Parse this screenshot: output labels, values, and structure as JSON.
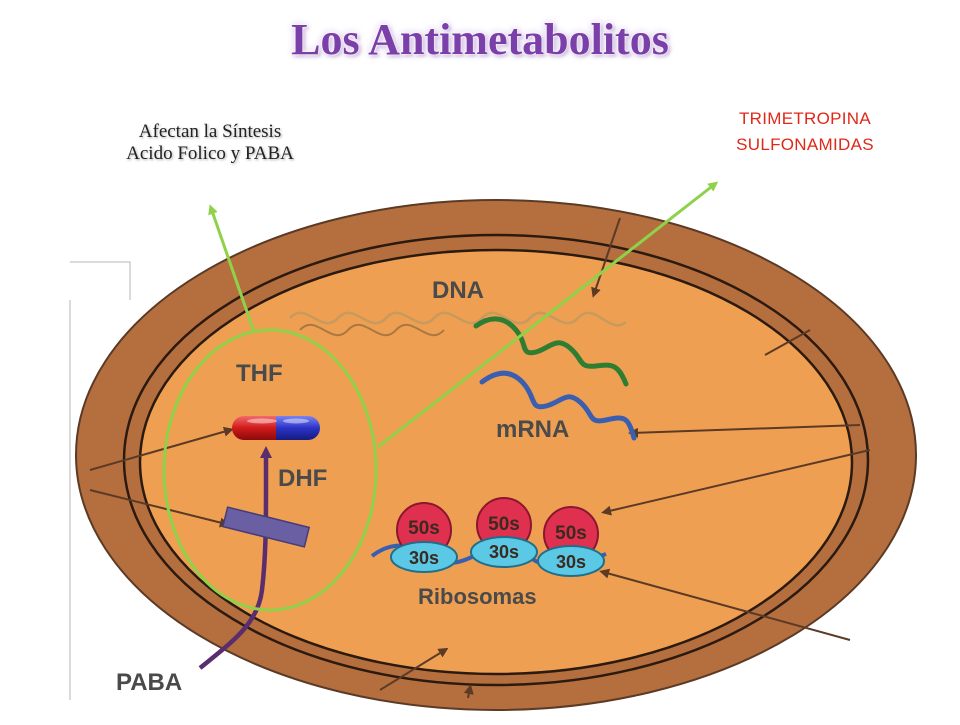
{
  "title": "Los Antimetabolitos",
  "left_note": {
    "line1": "Afectan la Síntesis",
    "line2": "Acido Folico y PABA"
  },
  "right_note": {
    "line1": "TRIMETROPINA",
    "line2": "SULFONAMIDAS"
  },
  "cell": {
    "dna_label": "DNA",
    "mrna_label": "mRNA",
    "thf_label": "THF",
    "dhf_label": "DHF",
    "paba_label": "PABA",
    "ribosomes_label": "Ribosomas",
    "ribosomes": [
      {
        "large": "50s",
        "small": "30s"
      },
      {
        "large": "50s",
        "small": "30s"
      },
      {
        "large": "50s",
        "small": "30s"
      }
    ]
  },
  "colors": {
    "cell_wall": "#b56e3e",
    "cytoplasm": "#ef9f52",
    "highlight_circle": "#8fd24a",
    "pointer_arrow": "#8fd24a",
    "title": "#7a3fa8",
    "drug_names": "#e02818",
    "dna_strand": "#2e7d32",
    "mrna_strand": "#3a5fb0",
    "pathway_arrow": "#5a2d6e"
  }
}
